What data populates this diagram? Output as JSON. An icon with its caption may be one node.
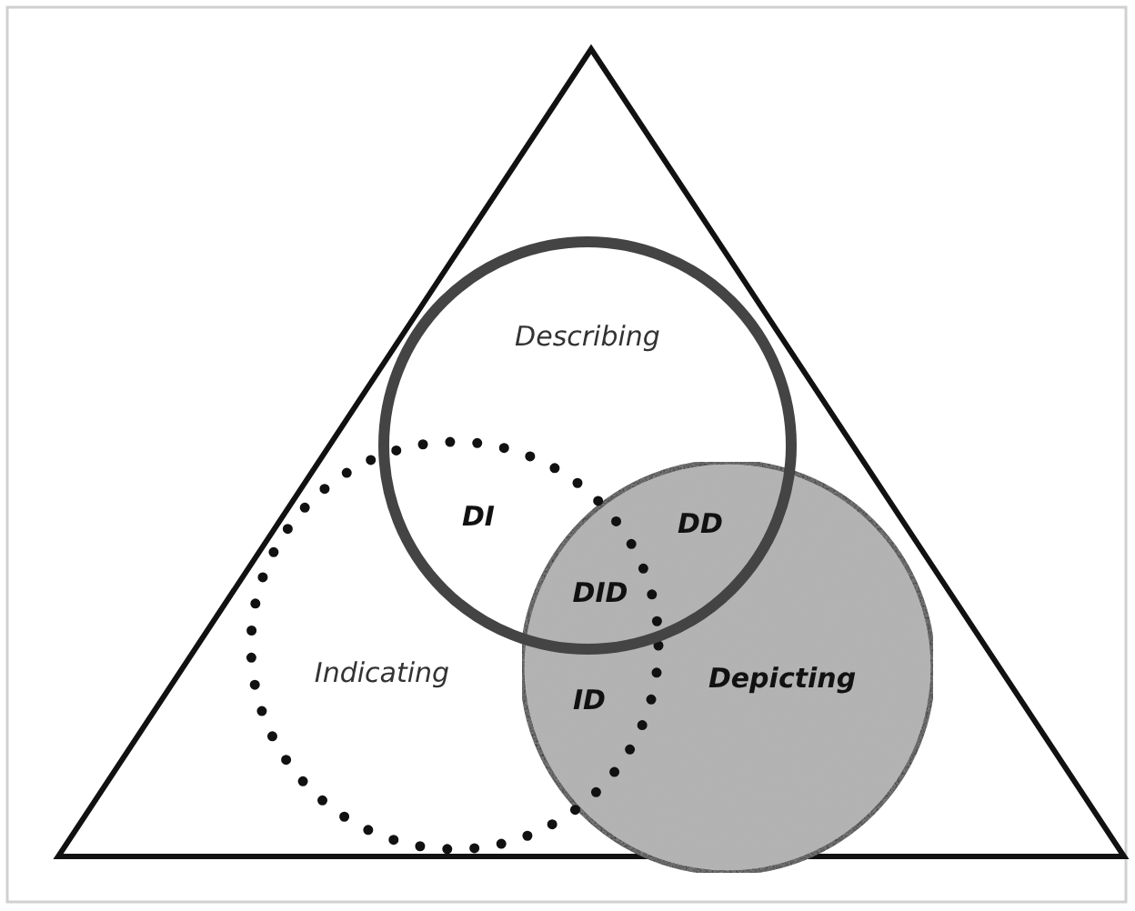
{
  "diagram": {
    "nodes": [
      {
        "text": [],
        "shape": "triangle"
      },
      {
        "text": [
          "Describing"
        ],
        "in": 0
      },
      {
        "text": [
          "Indicating"
        ],
        "in": 0
      },
      {
        "text": [
          "Depicting"
        ],
        "in": 0
      }
    ],
    "labels": [
      "DI",
      "DD",
      "DID",
      "ID"
    ]
  }
}
